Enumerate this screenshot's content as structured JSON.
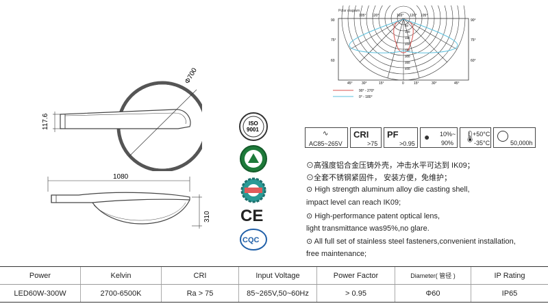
{
  "polar": {
    "title": "Polar diagram",
    "top_angles": [
      "105°",
      "120°",
      "165°",
      "120°",
      "105°"
    ],
    "left_angles": [
      "90",
      "75°",
      "60"
    ],
    "right_angles": [
      "90°",
      "75°",
      "60°"
    ],
    "bottom_angles": [
      "45°",
      "30°",
      "15°",
      "0",
      "15°",
      "30°",
      "45°"
    ],
    "radial_values": [
      "50",
      "100",
      "150",
      "200",
      "250",
      "300",
      "350",
      "400"
    ],
    "legend": [
      {
        "label": "90° - 270°",
        "color": "#d9534f"
      },
      {
        "label": "0° - 180°",
        "color": "#5bc0de"
      }
    ]
  },
  "dimensions": {
    "diameter": "Φ700",
    "height": "117.6",
    "length": "1080",
    "depth": "310"
  },
  "certs": {
    "iso_top": "ISO",
    "iso_num": "9001",
    "ccc": "CQC",
    "ce": "CE"
  },
  "specs": {
    "ac": "AC85~265V",
    "cri_title": "CRI",
    "cri_value": ">75",
    "pf_title": "PF",
    "pf_value": ">0.95",
    "humidity_top": "10%~",
    "humidity_bottom": "90%",
    "temp_top": "+50°C",
    "temp_bottom": "-35°C",
    "life": "50,000h"
  },
  "features": [
    "⊙高强度铝合金压铸外壳，冲击水平可达到 IK09；",
    "⊙全套不锈钢紧固件，  安装方便，免维护；",
    "⊙ High strength aluminum alloy die casting shell,",
    "impact level can reach IK09;",
    "⊙ High-performance patent optical lens,",
    "light transmittance was95%,no glare.",
    "⊙ All full set of stainless steel fasteners,convenient installation,",
    "free maintenance;"
  ],
  "table": {
    "headers": [
      "Power",
      "Kelvin",
      "CRI",
      "Input Voltage",
      "Power Factor",
      "Diameter( 管径 )",
      "IP Rating"
    ],
    "values": [
      "LED60W-300W",
      "2700-6500K",
      "Ra > 75",
      "85~265V,50~60Hz",
      "> 0.95",
      "Φ60",
      "IP65"
    ]
  }
}
